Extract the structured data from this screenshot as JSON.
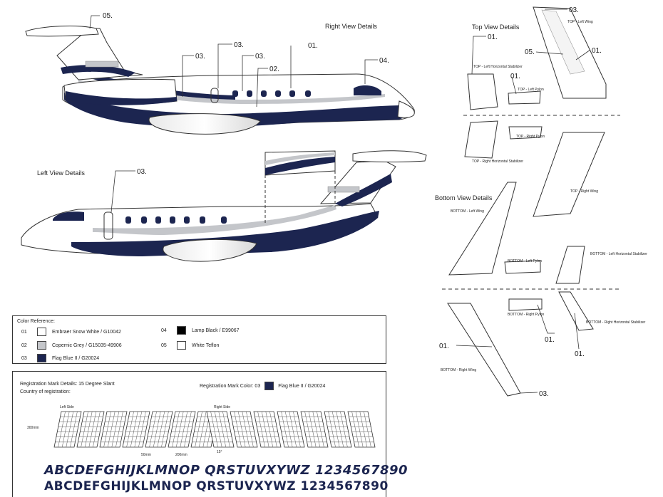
{
  "diagram": {
    "right_view_title": "Right View Details",
    "left_view_title": "Left View Details",
    "top_view_title": "Top View Details",
    "bottom_view_title": "Bottom View Details",
    "callouts": {
      "r_05": "05.",
      "r_03a": "03.",
      "r_03b": "03.",
      "r_03c": "03.",
      "r_01": "01.",
      "r_02": "02.",
      "r_04": "04.",
      "l_03": "03.",
      "t_01a": "01.",
      "t_03": "03.",
      "t_05": "05.",
      "t_01b": "01.",
      "t_01c": "01.",
      "b_01a": "01.",
      "b_01b": "01.",
      "b_01c": "01.",
      "b_03": "03."
    },
    "part_labels": {
      "top_left_wing": "TOP - Left Wing",
      "top_left_hstab": "TOP - Left Horizontal Stabilizer",
      "top_left_pylon": "TOP - Left Pylon",
      "top_right_pylon": "TOP - Right Pylon",
      "top_right_hstab": "TOP - Right Horizontal Stabilizer",
      "top_right_wing": "TOP - Right Wing",
      "bottom_left_wing": "BOTTOM - Left Wing",
      "bottom_left_pylon": "BOTTOM - Left Pylon",
      "bottom_left_hstab": "BOTTOM - Left Horizontal Stabilizer",
      "bottom_right_pylon": "BOTTOM - Right Pylon",
      "bottom_right_hstab": "BOTTOM - Right Horizontal Stabilizer",
      "bottom_right_wing": "BOTTOM - Right Wing"
    }
  },
  "color_reference": {
    "title": "Color Reference:",
    "items": [
      {
        "code": "01",
        "name": "Embraer Snow White / G10042",
        "color": "#ffffff"
      },
      {
        "code": "02",
        "name": "Copernic Grey / G15035-49906",
        "color": "#c4c6ca"
      },
      {
        "code": "03",
        "name": "Flag Blue II / G20024",
        "color": "#1c2550"
      },
      {
        "code": "04",
        "name": "Lamp Black / E99067",
        "color": "#000000"
      },
      {
        "code": "05",
        "name": "White Teflon",
        "color": "#ffffff"
      }
    ]
  },
  "registration": {
    "details": "Registration Mark Details: 15 Degree Slant",
    "country": "Country of registration:",
    "mark_color_label": "Registration Mark Color:",
    "mark_color_code": "03",
    "mark_color_name": "Flag Blue II / G20024",
    "mark_color_hex": "#1c2550",
    "left_side": "Left Side",
    "right_side": "Right Side",
    "dim_height": "300mm",
    "dim_gap": "50mm",
    "dim_width": "200mm",
    "dim_slant": "15°",
    "alphabet_1": "ABCDEFGHIJKLMNOP QRSTUVXYWZ 1234567890",
    "alphabet_2": "ABCDEFGHIJKLMNOP QRSTUVXYWZ 1234567890"
  },
  "colors": {
    "navy": "#1c2550",
    "grey": "#c4c6ca"
  }
}
